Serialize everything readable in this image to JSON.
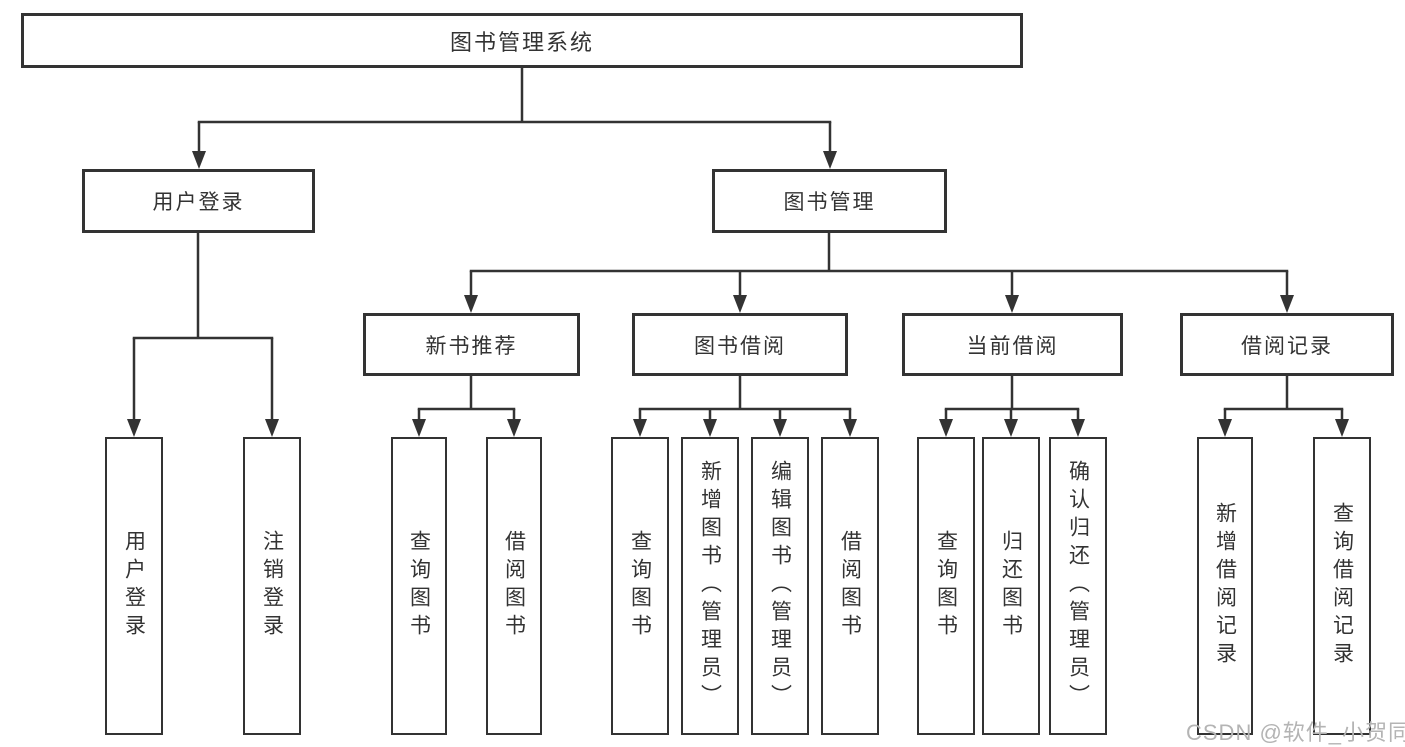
{
  "tree": {
    "root": {
      "label": "图书管理系统",
      "children": [
        {
          "label": "用户登录",
          "children": [
            {
              "label": "用户登录"
            },
            {
              "label": "注销登录"
            }
          ]
        },
        {
          "label": "图书管理",
          "children": [
            {
              "label": "新书推荐",
              "children": [
                {
                  "label": "查询图书"
                },
                {
                  "label": "借阅图书"
                }
              ]
            },
            {
              "label": "图书借阅",
              "children": [
                {
                  "label": "查询图书"
                },
                {
                  "label": "新增图书（管理员）"
                },
                {
                  "label": "编辑图书（管理员）"
                },
                {
                  "label": "借阅图书"
                }
              ]
            },
            {
              "label": "当前借阅",
              "children": [
                {
                  "label": "查询图书"
                },
                {
                  "label": "归还图书"
                },
                {
                  "label": "确认归还（管理员）"
                }
              ]
            },
            {
              "label": "借阅记录",
              "children": [
                {
                  "label": "新增借阅记录"
                },
                {
                  "label": "查询借阅记录"
                }
              ]
            }
          ]
        }
      ]
    }
  },
  "watermark": "CSDN @软件_小贺同学",
  "colors": {
    "line": "#333333",
    "text": "#333333",
    "watermark": "#b4b4b4",
    "background": "#ffffff"
  }
}
